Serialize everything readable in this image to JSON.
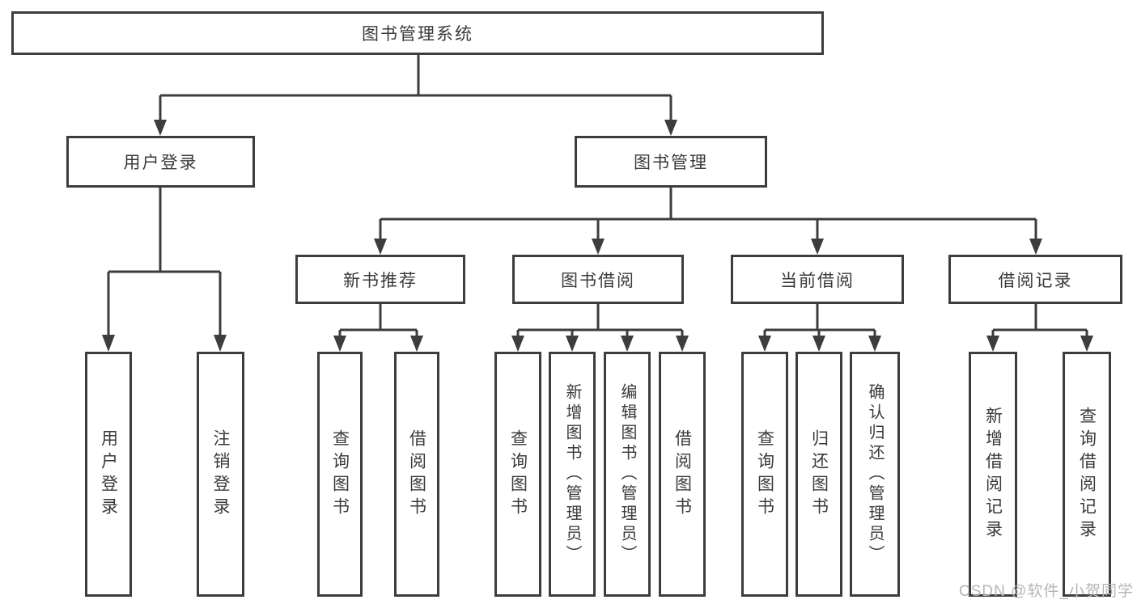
{
  "tree": {
    "label": "图书管理系统",
    "children": [
      {
        "label": "用户登录",
        "children": [
          {
            "label": "用户登录"
          },
          {
            "label": "注销登录"
          }
        ]
      },
      {
        "label": "图书管理",
        "children": [
          {
            "label": "新书推荐",
            "children": [
              {
                "label": "查询图书"
              },
              {
                "label": "借阅图书"
              }
            ]
          },
          {
            "label": "图书借阅",
            "children": [
              {
                "label": "查询图书"
              },
              {
                "label": "新增图书（管理员）"
              },
              {
                "label": "编辑图书（管理员）"
              },
              {
                "label": "借阅图书"
              }
            ]
          },
          {
            "label": "当前借阅",
            "children": [
              {
                "label": "查询图书"
              },
              {
                "label": "归还图书"
              },
              {
                "label": "确认归还（管理员）"
              }
            ]
          },
          {
            "label": "借阅记录",
            "children": [
              {
                "label": "新增借阅记录"
              },
              {
                "label": "查询借阅记录"
              }
            ]
          }
        ]
      }
    ]
  },
  "watermark": "CSDN @软件_小贺同学",
  "colors": {
    "line": "#3d3d3d",
    "text": "#3a3a3a",
    "background": "#ffffff",
    "watermark": "#b5b5b5"
  }
}
